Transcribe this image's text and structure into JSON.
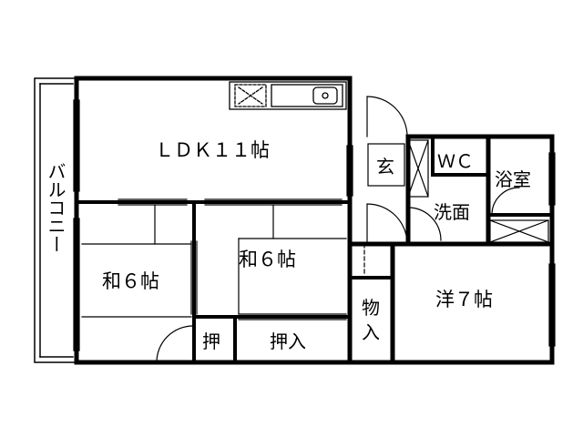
{
  "rooms": {
    "ldk": "ＬＤＫ１１帖",
    "washitsu_left": "和６帖",
    "washitsu_center": "和６帖",
    "youshitsu": "洋７帖",
    "genkan": "玄",
    "wc": "ＷＣ",
    "yokushitsu": "浴室",
    "senmen": "洗面",
    "oshi_small": "押",
    "oshiire": "押入",
    "monoire_top": "物",
    "monoire_bottom": "入",
    "balcony": "バルコニー"
  }
}
